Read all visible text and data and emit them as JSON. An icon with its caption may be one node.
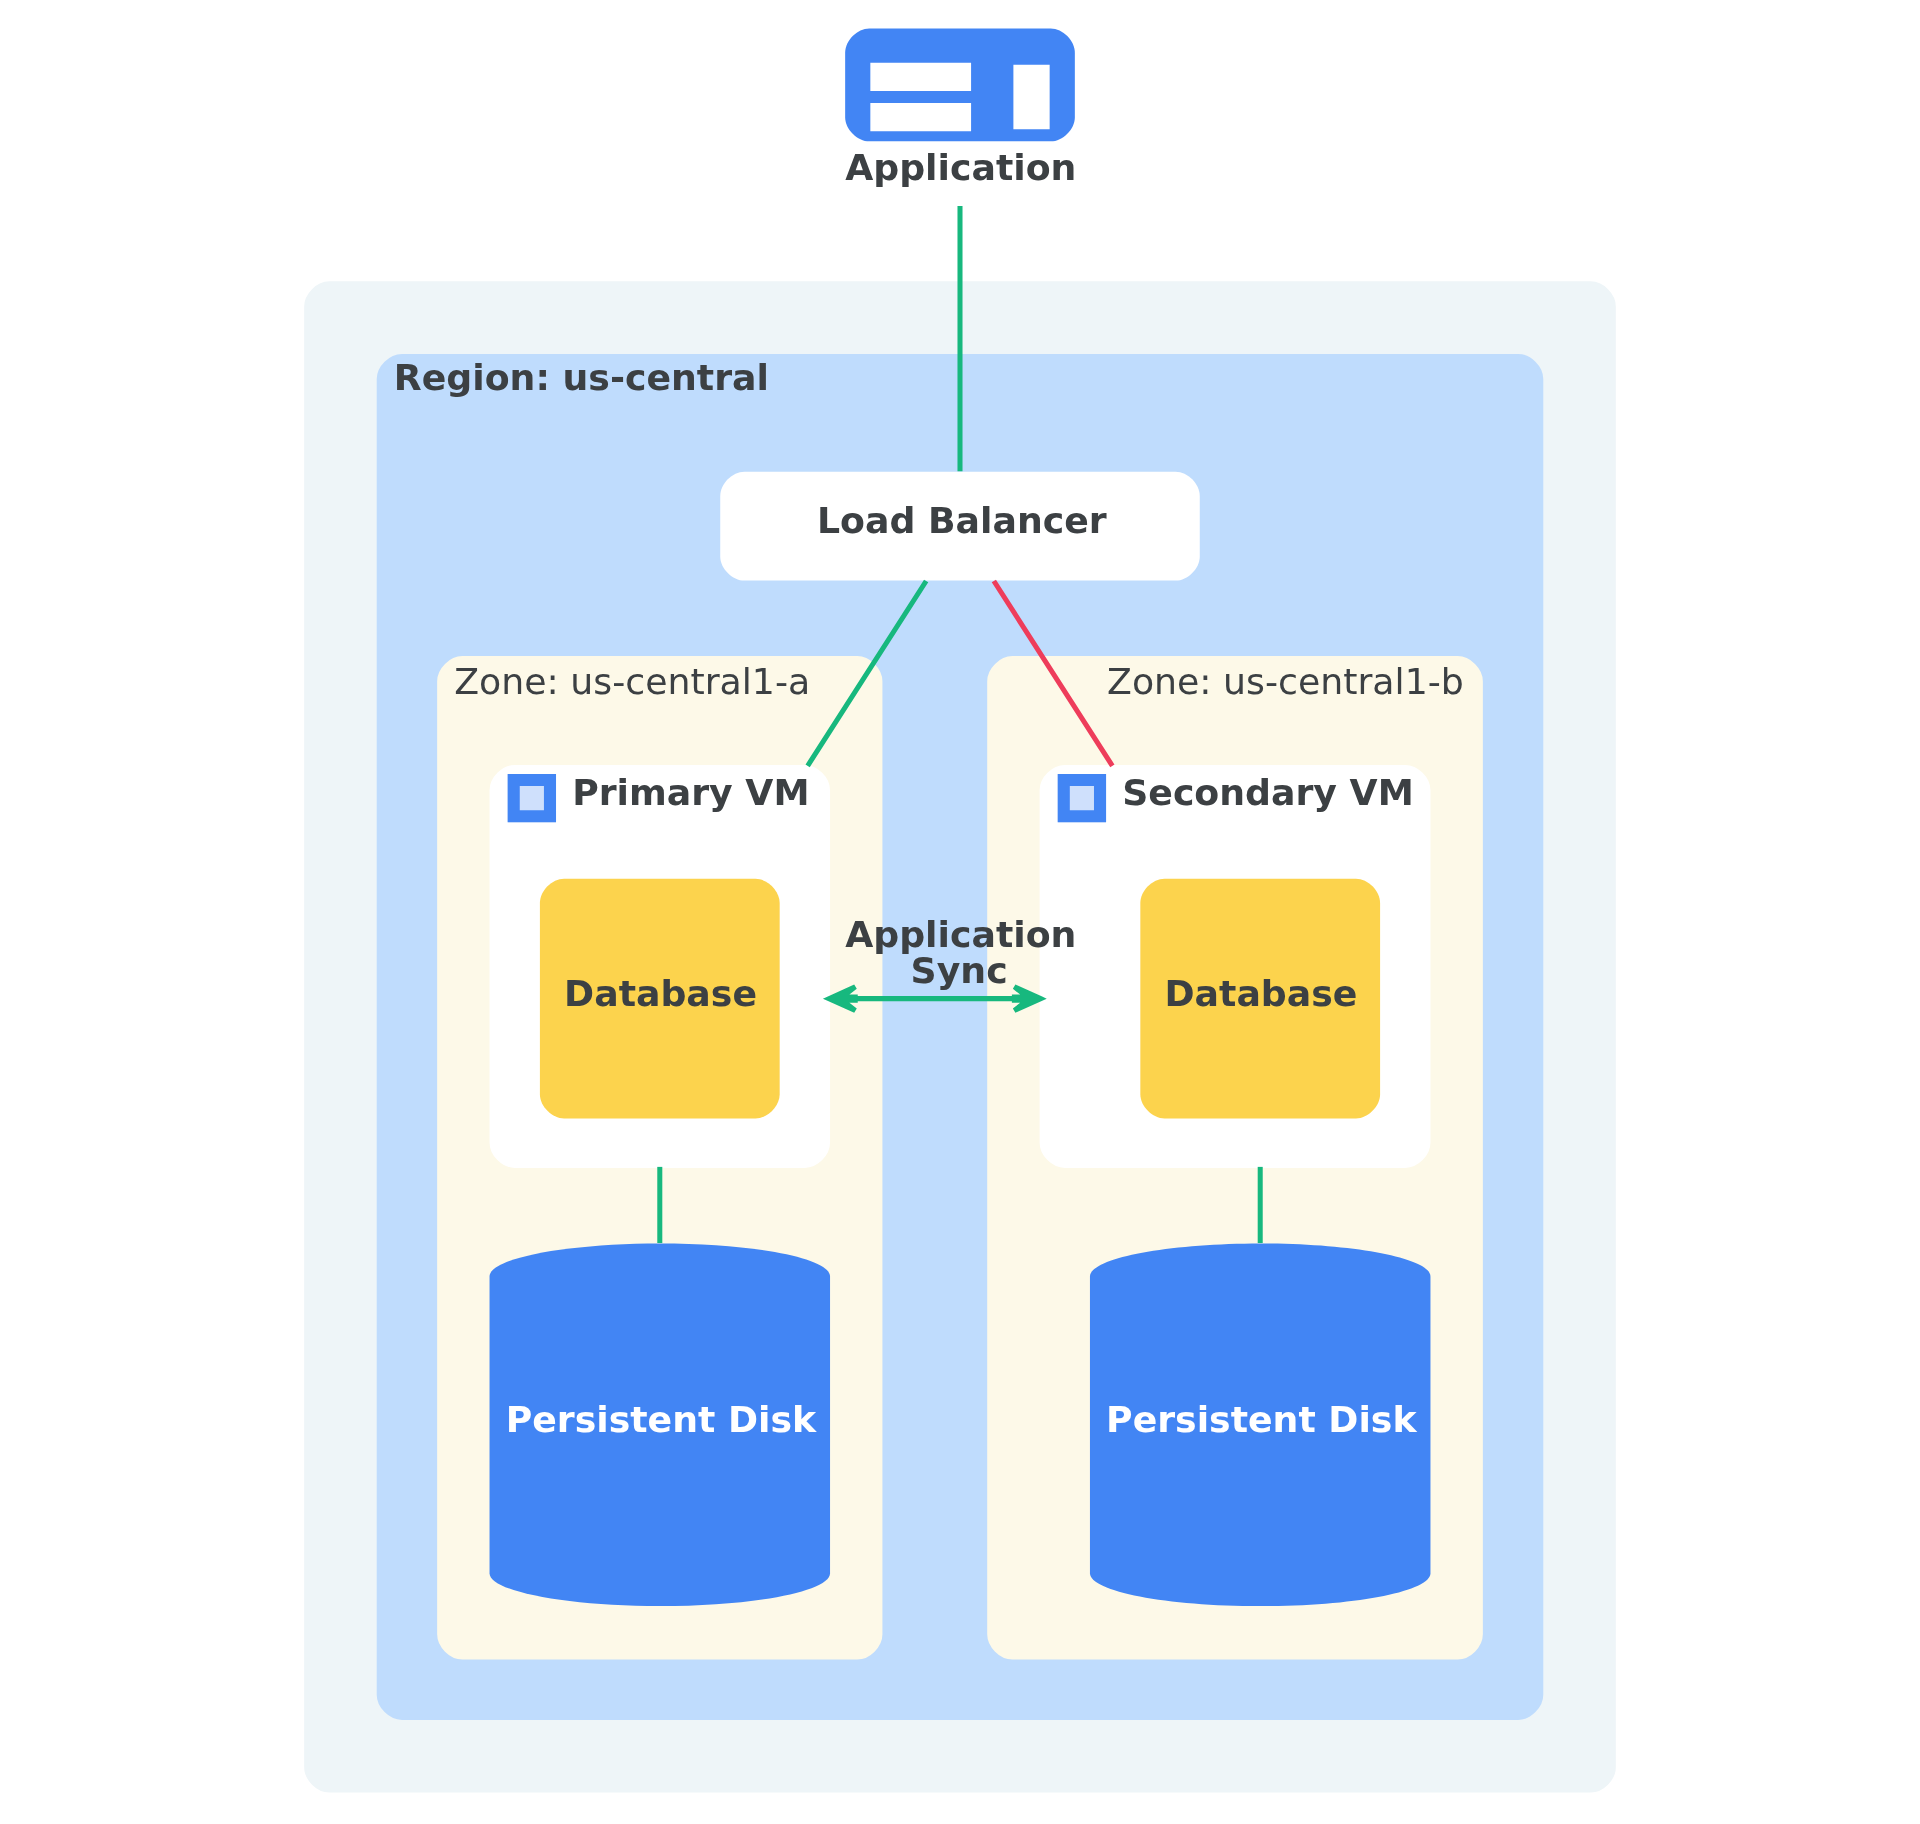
{
  "diagram": {
    "nodes": [
      {
        "text": [
          "Application"
        ]
      },
      {
        "text": [],
        "shape": "box"
      },
      {
        "text": [
          "Region: us-central"
        ],
        "in": 1
      },
      {
        "text": [
          "Load Balancer"
        ],
        "in": 2
      },
      {
        "text": [
          "Zone: us-central1-a"
        ],
        "in": 2
      },
      {
        "text": [
          "Primary VM"
        ],
        "in": 4
      },
      {
        "text": [
          "Database"
        ],
        "in": 5
      },
      {
        "text": [
          "Persistent Disk"
        ],
        "in": 4
      },
      {
        "text": [
          "Zone: us-central1-b"
        ],
        "in": 2
      },
      {
        "text": [
          "Secondary VM"
        ],
        "in": 8
      },
      {
        "text": [
          "Database"
        ],
        "in": 9
      },
      {
        "text": [
          "Persistent Disk"
        ],
        "in": 8
      }
    ],
    "edges": [
      {
        "from": 0,
        "to": 3,
        "arrow": "none"
      },
      {
        "from": 3,
        "to": 5,
        "arrow": "none"
      },
      {
        "from": 3,
        "to": 9,
        "arrow": "none",
        "color": "#ee3d5b"
      },
      {
        "from": 5,
        "to": 9,
        "arrow": "both",
        "label": "Application Sync"
      },
      {
        "from": 5,
        "to": 7,
        "arrow": "none"
      },
      {
        "from": 9,
        "to": 11,
        "arrow": "none"
      }
    ]
  }
}
